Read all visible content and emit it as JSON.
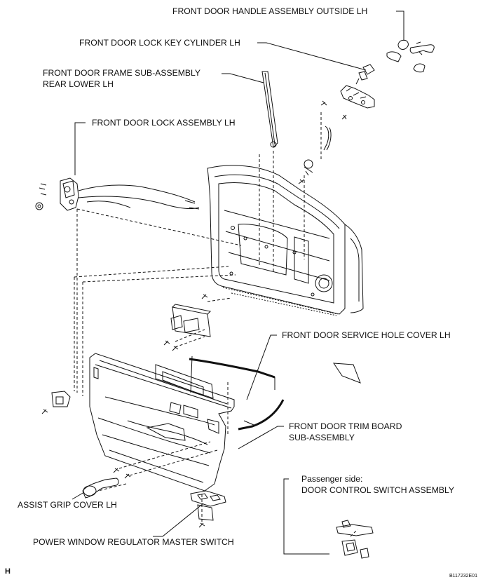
{
  "labels": {
    "handle_outside": "FRONT DOOR HANDLE ASSEMBLY OUTSIDE LH",
    "lock_key_cylinder": "FRONT DOOR LOCK KEY CYLINDER LH",
    "frame_line1": "FRONT DOOR FRAME SUB-ASSEMBLY",
    "frame_line2": "REAR LOWER LH",
    "lock_assembly": "FRONT DOOR LOCK ASSEMBLY LH",
    "service_hole_cover": "FRONT DOOR SERVICE HOLE COVER LH",
    "trim_line1": "FRONT DOOR TRIM BOARD",
    "trim_line2": "SUB-ASSEMBLY",
    "passenger_line1": "Passenger side:",
    "passenger_line2": "DOOR CONTROL SWITCH ASSEMBLY",
    "assist_grip": "ASSIST GRIP COVER LH",
    "master_switch": "POWER WINDOW REGULATOR MASTER SWITCH"
  },
  "corner_letter": "H",
  "figure_code": "B117232E01",
  "colors": {
    "line": "#111111",
    "paper": "#ffffff",
    "shade": "#bdbdbd"
  }
}
